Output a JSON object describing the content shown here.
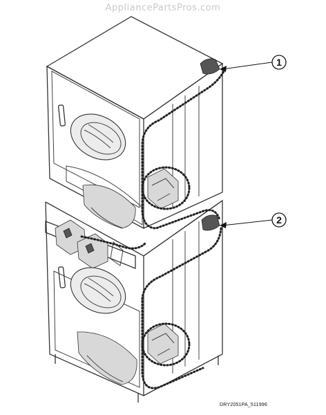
{
  "watermark": "AppliancePartsPros.com",
  "part_number": "DRY2051PA_511996",
  "callouts": [
    {
      "label": "1"
    },
    {
      "label": "2"
    }
  ]
}
